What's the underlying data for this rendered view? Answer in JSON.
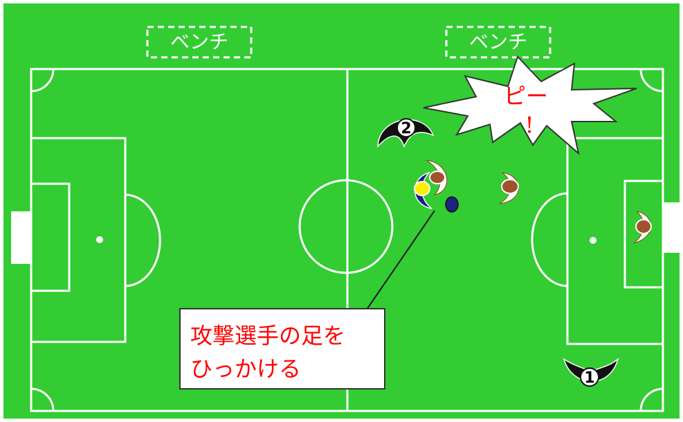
{
  "bench_left": "ベンチ",
  "bench_right": "ベンチ",
  "whistle": {
    "line1": "ピー",
    "line2": "!"
  },
  "callout": {
    "line1": "攻撃選手の足を",
    "line2": "ひっかける"
  },
  "defender_1": {
    "number": "1"
  },
  "defender_2": {
    "number": "2"
  },
  "colors": {
    "pitch": "#33cc33",
    "lines": "#ffffff",
    "attacker": "#a0522d",
    "highlighted_attacker": "#ffee00",
    "defender": "#111111",
    "ball": "#1a237e",
    "text_red": "#ff0000"
  }
}
